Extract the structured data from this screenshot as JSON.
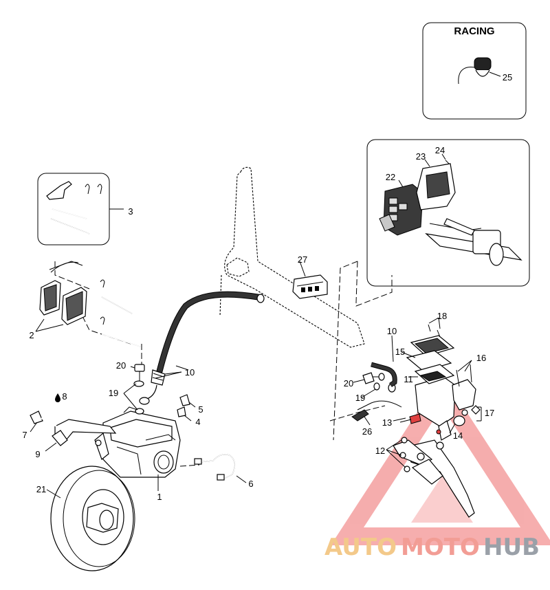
{
  "racing_label": "RACING",
  "callouts": [
    "1",
    "2",
    "3",
    "4",
    "5",
    "6",
    "7",
    "8",
    "9",
    "10",
    "10",
    "11",
    "12",
    "13",
    "14",
    "15",
    "16",
    "17",
    "18",
    "19",
    "19",
    "20",
    "20",
    "21",
    "22",
    "23",
    "24",
    "25",
    "26",
    "27"
  ],
  "watermark": {
    "text_auto": "AUTO",
    "text_moto": "MOTO",
    "text_hub": "HUB",
    "color_auto": "#f3c98a",
    "color_moto": "#f29d95",
    "color_hub": "#9aa0a8",
    "triangle_color": "#ee6b6b"
  }
}
